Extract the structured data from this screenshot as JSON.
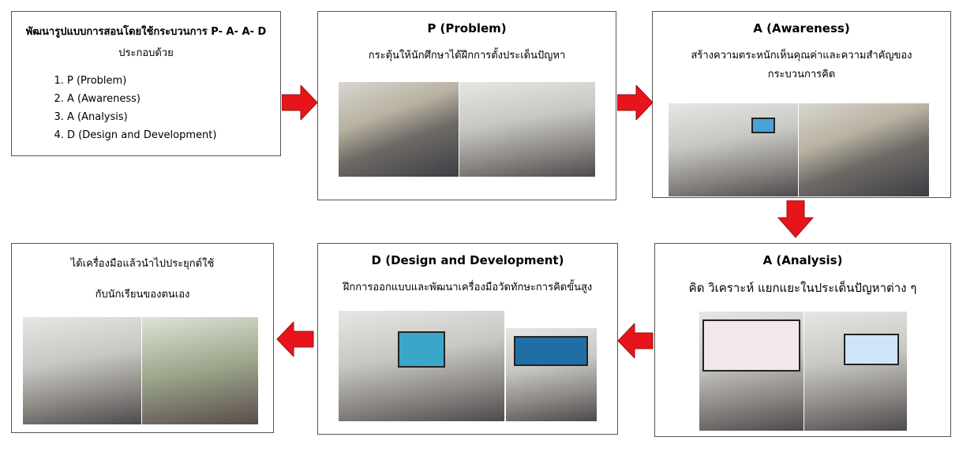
{
  "intro": {
    "title": "พัฒนารูปแบบการสอนโดยใช้กระบวนการ P- A- A- D",
    "subtitle": "ประกอบด้วย",
    "items": [
      "P (Problem)",
      "A (Awareness)",
      "A (Analysis)",
      "D (Design and Development)"
    ]
  },
  "problem": {
    "title": "P (Problem)",
    "desc": "กระตุ้นให้นักศึกษาได้ฝึกการตั้งประเด็นปัญหา"
  },
  "awareness": {
    "title": "A (Awareness)",
    "desc": "สร้างความตระหนักเห็นคุณค่าและความสำคัญของกระบวนการคิด"
  },
  "analysis": {
    "title": "A (Analysis)",
    "desc": "คิด วิเคราะห์ แยกแยะในประเด็นปัญหาต่าง ๆ"
  },
  "design": {
    "title": "D (Design and Development)",
    "desc": "ฝึกการออกแบบและพัฒนาเครื่องมือวัดทักษะการคิดขั้นสูง"
  },
  "apply": {
    "line1": "ได้เครื่องมือแล้วนำไปประยุกต์ใช้",
    "line2": "กับนักเรียนของตนเอง"
  },
  "colors": {
    "arrow": "#e8141b"
  }
}
